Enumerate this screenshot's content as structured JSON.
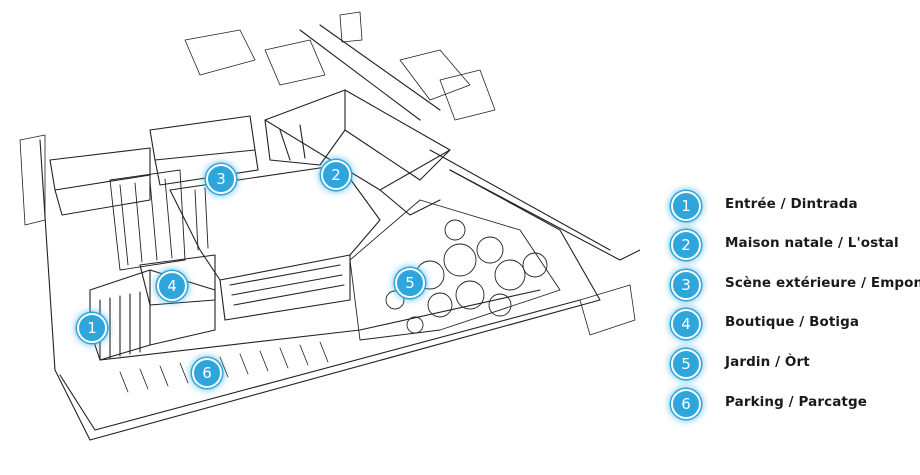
{
  "accent_color": "#2ea6dc",
  "markers": [
    {
      "number": "1",
      "label": "Entrée / Dintrada"
    },
    {
      "number": "2",
      "label": "Maison natale / L'ostal"
    },
    {
      "number": "3",
      "label": "Scène extérieure / Empont"
    },
    {
      "number": "4",
      "label": "Boutique / Botiga"
    },
    {
      "number": "5",
      "label": "Jardin / Òrt"
    },
    {
      "number": "6",
      "label": "Parking / Parcatge"
    }
  ]
}
